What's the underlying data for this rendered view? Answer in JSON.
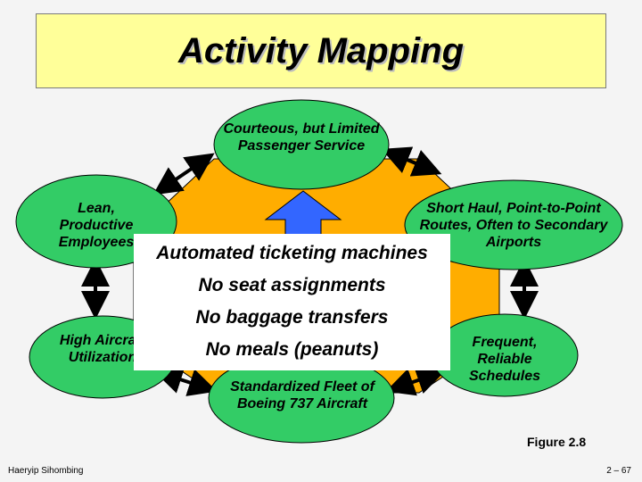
{
  "title": "Activity Mapping",
  "nodes": {
    "top": "Courteous, but Limited Passenger Service",
    "right": "Short Haul, Point-to-Point Routes, Often to Secondary Airports",
    "left": "Lean, Productive Employees",
    "bottom_left": "High Aircraft Utilization",
    "bottom_right": "Frequent, Reliable Schedules",
    "bottom": "Standardized Fleet of Boeing 737 Aircraft"
  },
  "overlay": [
    "Automated ticketing machines",
    "No seat assignments",
    "No baggage transfers",
    "No meals (peanuts)"
  ],
  "figure_label": "Figure 2.8",
  "footer_left": "Haeryip Sihombing",
  "footer_right": "2 – 67",
  "colors": {
    "title_bg": "#ffff99",
    "hub": "#ffad00",
    "node": "#33cc66",
    "arrow_center": "#3366ff"
  }
}
